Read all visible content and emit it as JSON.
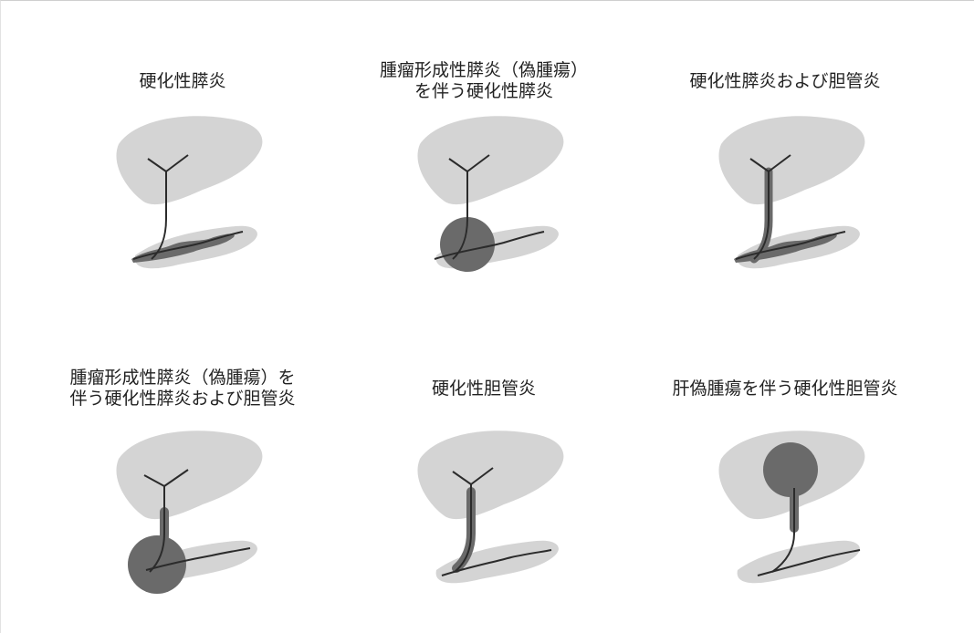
{
  "panels": [
    {
      "caption_lines": [
        "硬化性膵炎"
      ],
      "variant": "sclerosing-pancreatitis"
    },
    {
      "caption_lines": [
        "腫瘤形成性膵炎（偽腫瘍）",
        "を伴う硬化性膵炎"
      ],
      "variant": "pancreatitis-with-pseudotumor"
    },
    {
      "caption_lines": [
        "硬化性膵炎および胆管炎"
      ],
      "variant": "pancreatitis-and-cholangitis"
    },
    {
      "caption_lines": [
        "腫瘤形成性膵炎（偽腫瘍）を",
        "伴う硬化性膵炎および胆管炎"
      ],
      "variant": "pancreatitis-pseudotumor-and-cholangitis"
    },
    {
      "caption_lines": [
        "硬化性胆管炎"
      ],
      "variant": "sclerosing-cholangitis"
    },
    {
      "caption_lines": [
        "肝偽腫瘍を伴う硬化性胆管炎"
      ],
      "variant": "cholangitis-with-liver-pseudotumor"
    }
  ],
  "colors": {
    "organ_fill": "#cfcfcf",
    "lesion": "#6a6a6a",
    "duct": "#2b2b2b"
  }
}
